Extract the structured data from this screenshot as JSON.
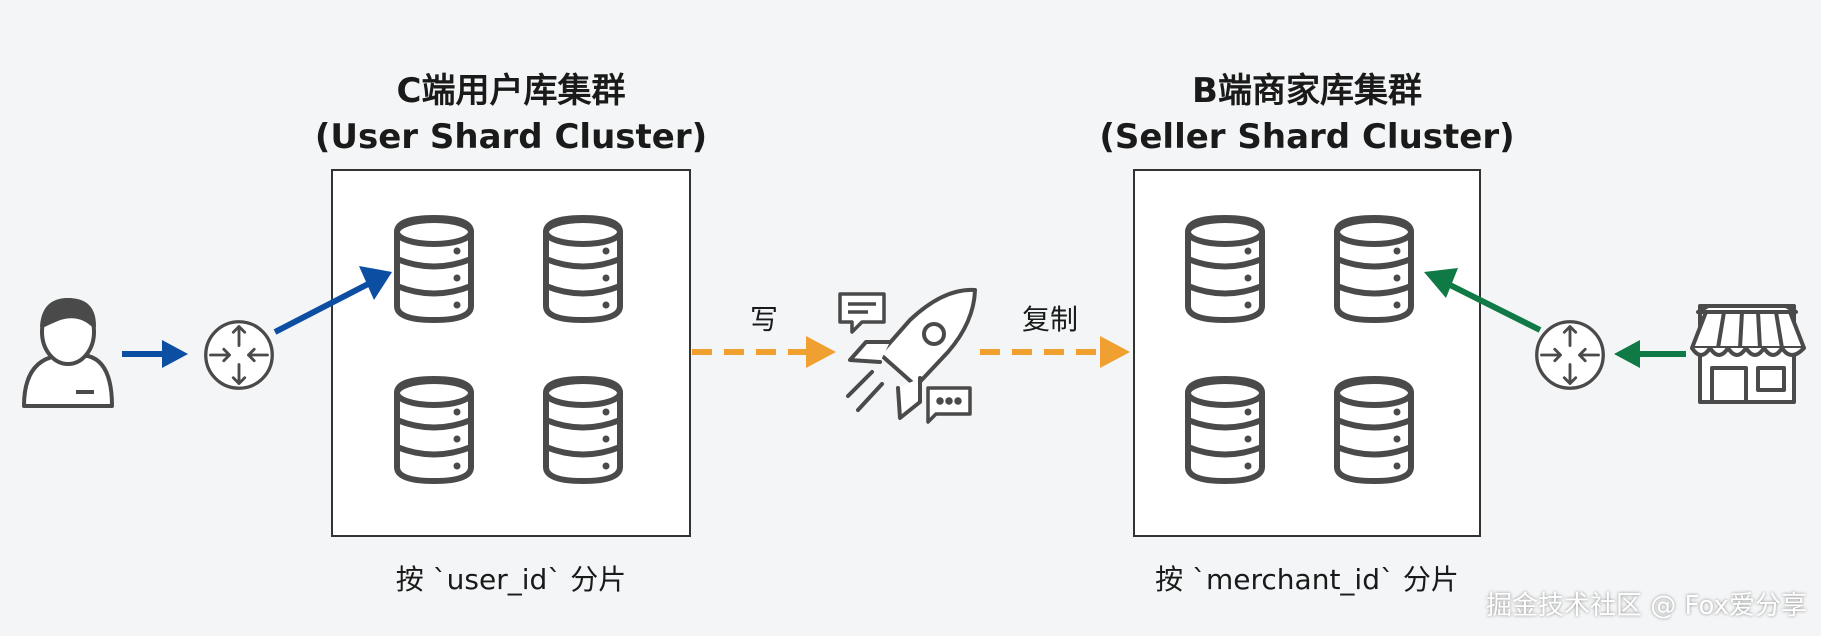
{
  "user_cluster": {
    "title": "C端用户库集群",
    "subtitle": "(User Shard Cluster)",
    "shard_caption": "按 `user_id` 分片"
  },
  "seller_cluster": {
    "title": "B端商家库集群",
    "subtitle": "(Seller Shard Cluster)",
    "shard_caption": "按 `merchant_id` 分片"
  },
  "edges": {
    "write_label": "写",
    "replicate_label": "复制"
  },
  "watermark": "掘金技术社区 @ Fox爱分享",
  "colors": {
    "user_flow": "#0b4ea2",
    "seller_flow": "#0f7a45",
    "sync_flow": "#f0a030",
    "icon_stroke": "#4a4a4a"
  },
  "icons": [
    "user-icon",
    "router-icon",
    "database-icon",
    "rocket-icon",
    "chat-bubble-icon",
    "store-icon"
  ]
}
